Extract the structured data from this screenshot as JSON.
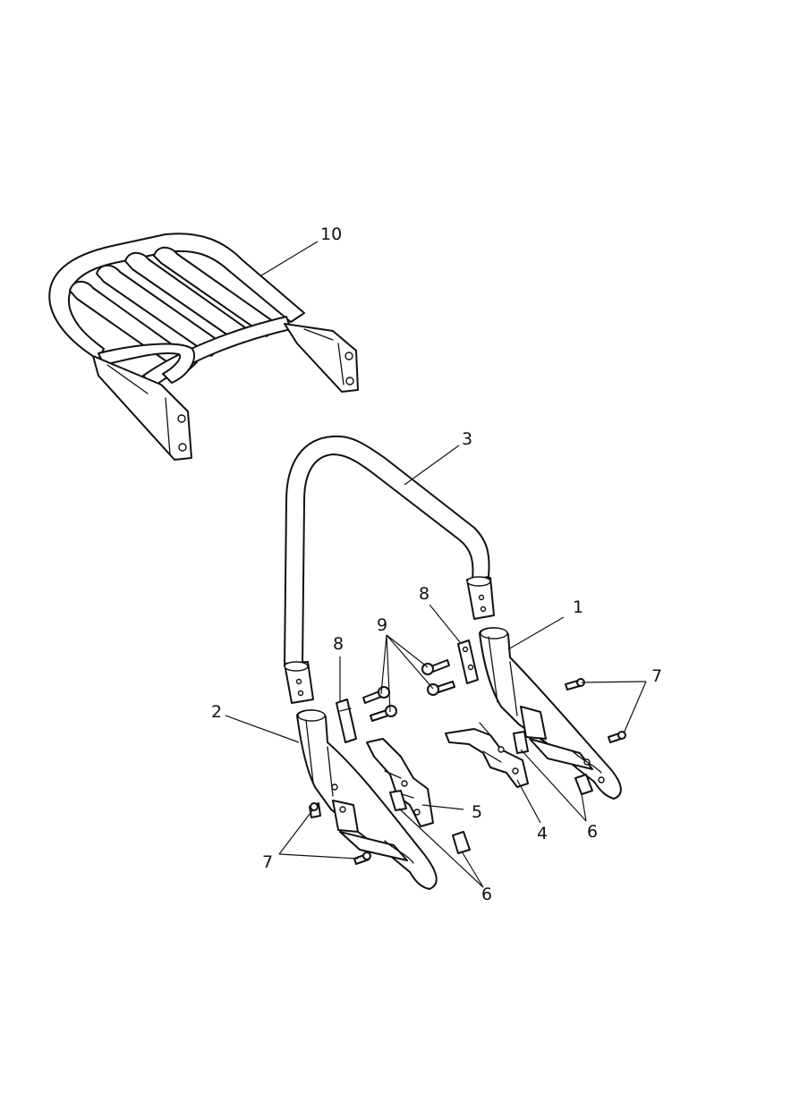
{
  "callouts": {
    "c1": "1",
    "c2": "2",
    "c3": "3",
    "c4": "4",
    "c5": "5",
    "c6a": "6",
    "c6b": "6",
    "c7a": "7",
    "c7b": "7",
    "c8a": "8",
    "c8b": "8",
    "c9": "9",
    "c10": "10"
  },
  "colors": {
    "line": "#111111",
    "background": "#ffffff"
  }
}
